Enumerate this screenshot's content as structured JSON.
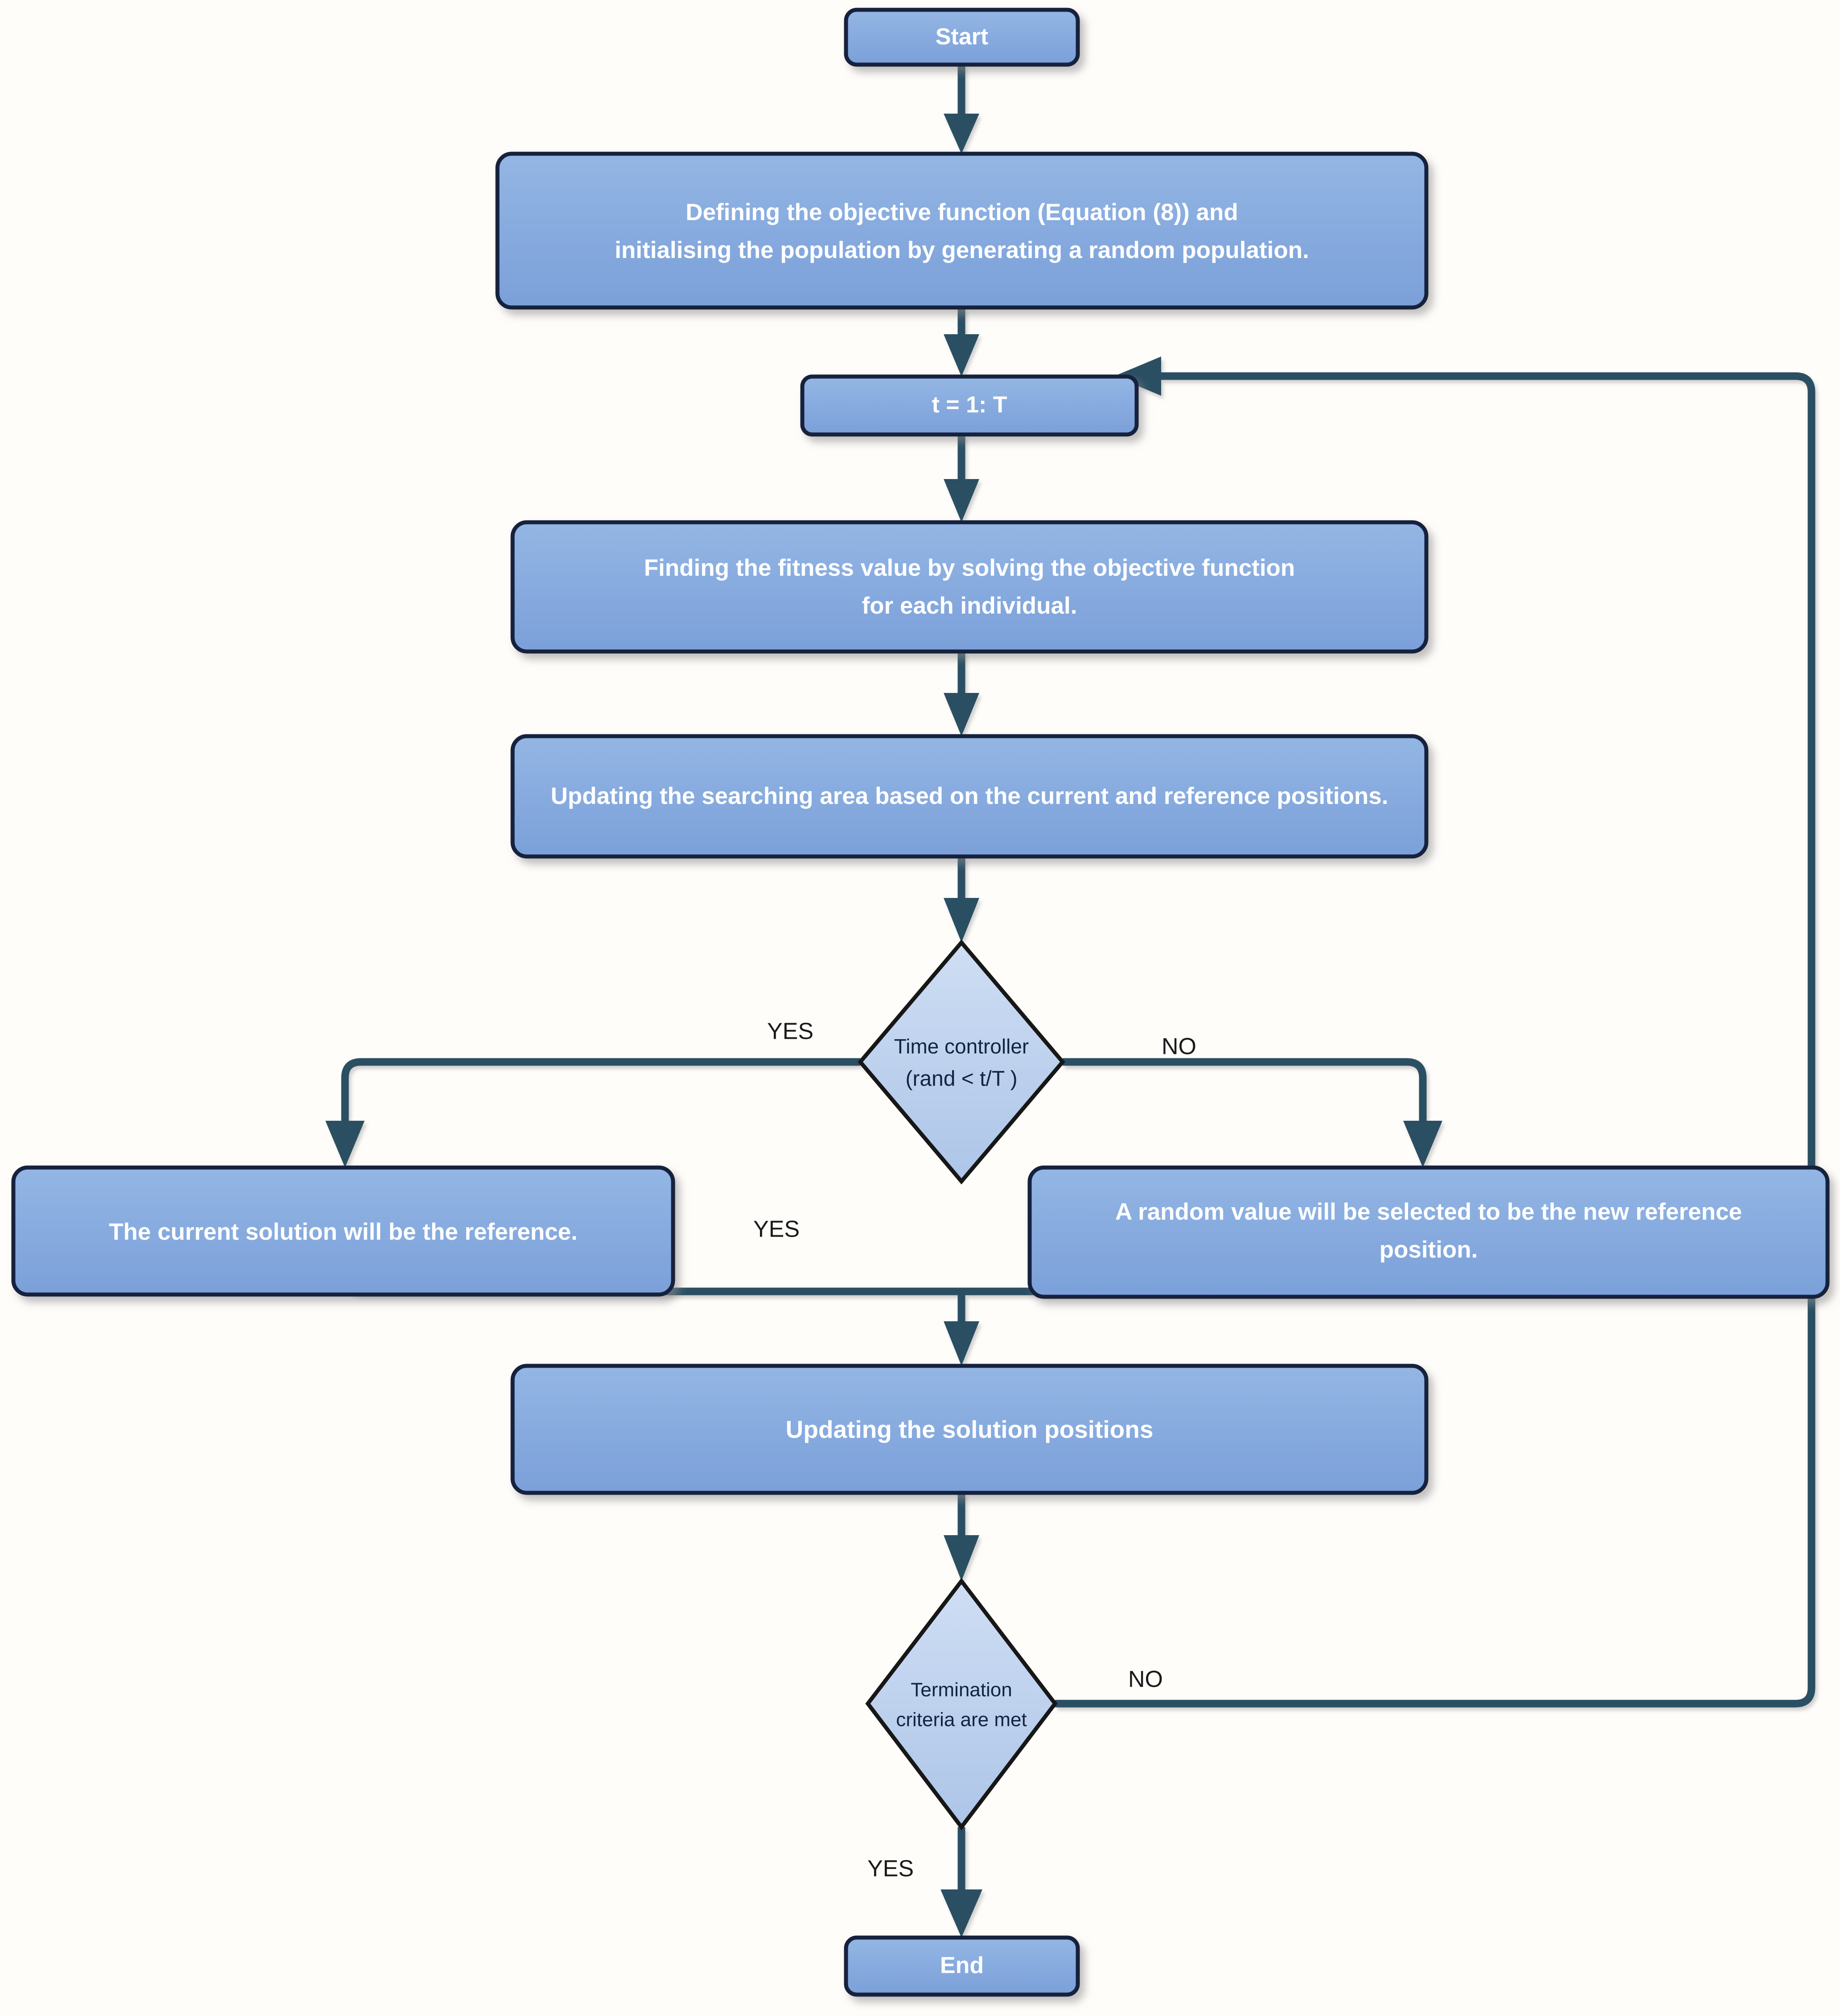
{
  "diagram": {
    "title": "Optimisation algorithm flowchart",
    "type": "flowchart",
    "colors": {
      "process_fill_top": "#8fb3e2",
      "process_fill_bottom": "#7da2da",
      "process_stroke": "#15213c",
      "decision_fill_top": "#cbdcf2",
      "decision_fill_bottom": "#aec6e8",
      "decision_stroke": "#171717",
      "edge": "#2b4f63",
      "process_text": "#ffffff",
      "decision_text": "#12243f",
      "branch_text": "#1a1a1a",
      "background": "#fffdfa"
    },
    "nodes": [
      {
        "id": "start",
        "shape": "rounded-rect",
        "label": "Start"
      },
      {
        "id": "define",
        "shape": "rounded-rect",
        "label_line1": "Defining the objective function (Equation (8)) and",
        "label_line2": "initialising the population by generating a random population."
      },
      {
        "id": "loop",
        "shape": "rounded-rect",
        "label": "t = 1: T"
      },
      {
        "id": "fitness",
        "shape": "rounded-rect",
        "label_line1": "Finding the fitness value by solving the objective function",
        "label_line2": "for each individual."
      },
      {
        "id": "searcharea",
        "shape": "rounded-rect",
        "label": "Updating the searching area based on the current and reference positions."
      },
      {
        "id": "timectrl",
        "shape": "diamond",
        "label_line1": "Time controller",
        "label_line2": "(rand < t/T )"
      },
      {
        "id": "currentref",
        "shape": "rounded-rect",
        "label": "The current solution will be the reference."
      },
      {
        "id": "randomref",
        "shape": "rounded-rect",
        "label_line1": "A random value will be selected to be the new reference",
        "label_line2": "position."
      },
      {
        "id": "updatepos",
        "shape": "rounded-rect",
        "label": "Updating the solution positions"
      },
      {
        "id": "termination",
        "shape": "diamond",
        "label_line1": "Termination",
        "label_line2": "criteria are met"
      },
      {
        "id": "end",
        "shape": "rounded-rect",
        "label": "End"
      }
    ],
    "branch_labels": {
      "time_yes": "YES",
      "time_no": "NO",
      "merge_yes": "YES",
      "term_no": "NO",
      "term_yes": "YES"
    }
  }
}
